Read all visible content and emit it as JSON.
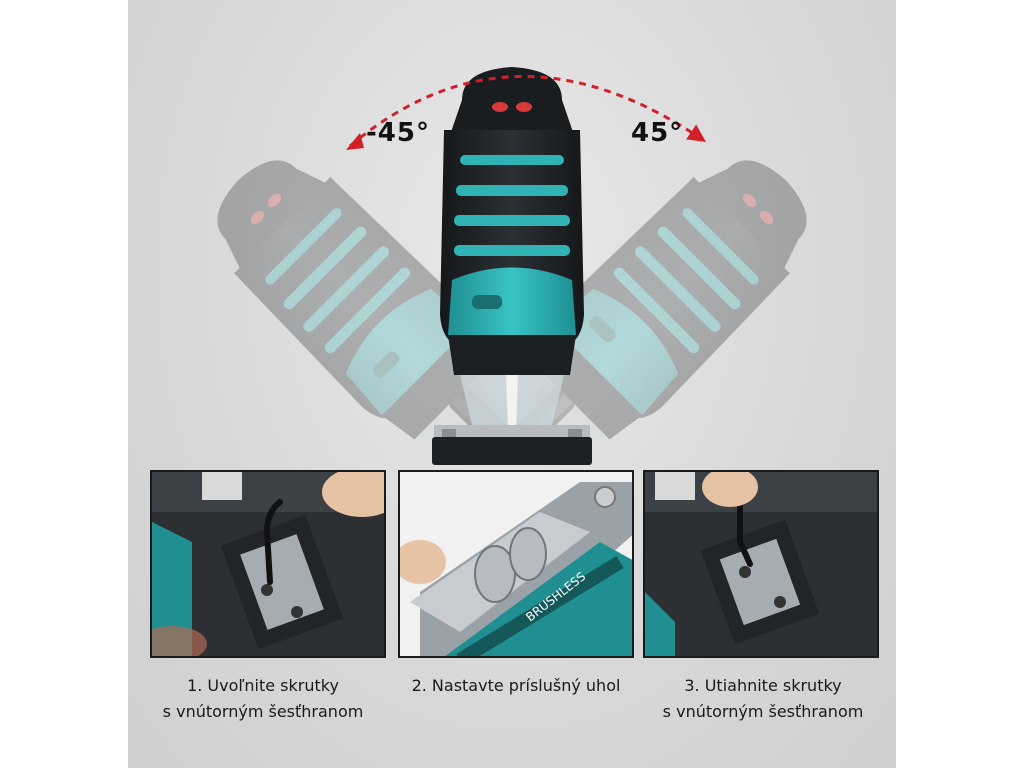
{
  "angles": {
    "left": "-45°",
    "right": "45°"
  },
  "steps": [
    {
      "line1": "1. Uvoľnite skrutky",
      "line2": "s vnútorným šesťhranom"
    },
    {
      "line1": "2. Nastavte príslušný uhol",
      "line2": ""
    },
    {
      "line1": "3. Utiahnite skrutky",
      "line2": "s vnútorným šesťhranom"
    }
  ],
  "photos": [
    {
      "icon": "hex-key-loosen-photo"
    },
    {
      "icon": "angle-adjust-photo",
      "brand_text": "BRUSHLESS"
    },
    {
      "icon": "hex-key-tighten-photo"
    }
  ],
  "colors": {
    "accent": "#2fb3b5",
    "tool_body": "#1e2124",
    "arrow": "#d0202a",
    "background": "#d9d9d9"
  }
}
